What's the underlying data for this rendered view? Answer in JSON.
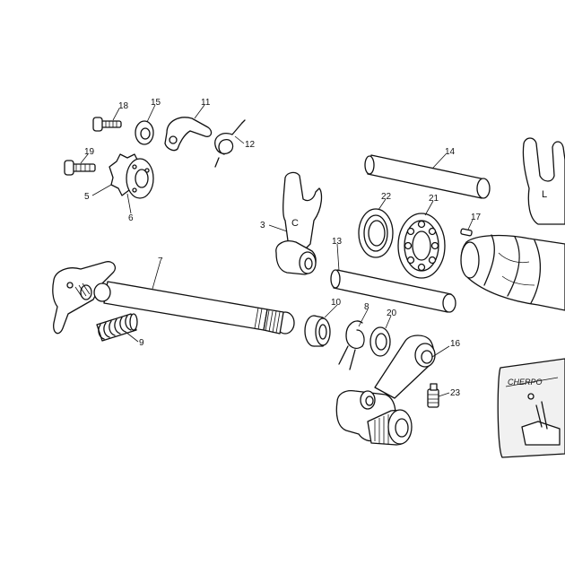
{
  "diagram": {
    "callouts": [
      {
        "id": "c1",
        "label": "18"
      },
      {
        "id": "c2",
        "label": "15"
      },
      {
        "id": "c3",
        "label": "11"
      },
      {
        "id": "c4",
        "label": "12"
      },
      {
        "id": "c5",
        "label": "19"
      },
      {
        "id": "c6",
        "label": "5"
      },
      {
        "id": "c7",
        "label": "6"
      },
      {
        "id": "c8",
        "label": "14"
      },
      {
        "id": "c9",
        "label": "22"
      },
      {
        "id": "c10",
        "label": "21"
      },
      {
        "id": "c11",
        "label": "17"
      },
      {
        "id": "c12",
        "label": "3"
      },
      {
        "id": "c13",
        "label": "13"
      },
      {
        "id": "c14",
        "label": "7"
      },
      {
        "id": "c15",
        "label": "10"
      },
      {
        "id": "c16",
        "label": "8"
      },
      {
        "id": "c17",
        "label": "20"
      },
      {
        "id": "c18",
        "label": "9"
      },
      {
        "id": "c19",
        "label": "16"
      },
      {
        "id": "c20",
        "label": "23"
      }
    ],
    "fork_marks": {
      "center_fork": "C",
      "left_fork": "L"
    },
    "inset_logo_text": "CHERPO"
  }
}
